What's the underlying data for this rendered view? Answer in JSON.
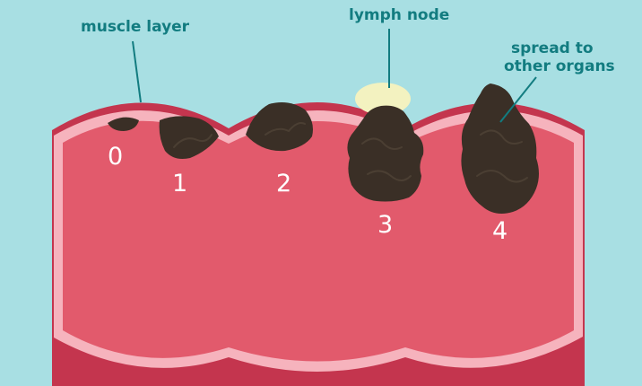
{
  "labels": {
    "muscle_layer": "muscle layer",
    "lymph_node": "lymph node",
    "spread_line1": "spread to",
    "spread_line2": "other organs"
  },
  "stages": [
    "0",
    "1",
    "2",
    "3",
    "4"
  ],
  "colors": {
    "background": "#a8dfe3",
    "muscle": "#c4354e",
    "lining": "#f6b3bd",
    "colon": "#e25a6c",
    "tumor": "#3a2f26",
    "lymph_node": "#f3f2c0",
    "label": "#127c80"
  }
}
